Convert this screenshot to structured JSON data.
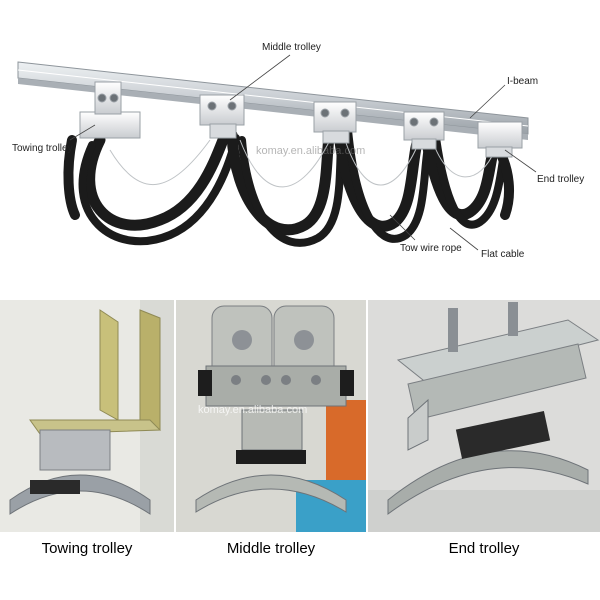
{
  "diagram": {
    "labels": {
      "middle_trolley": "Middle trolley",
      "i_beam": "I-beam",
      "towing_trolley": "Towing trolley",
      "end_trolley": "End trolley",
      "tow_wire_rope": "Tow wire rope",
      "flat_cable": "Flat cable"
    },
    "watermark": "komay.en.alibaba.com"
  },
  "photos": [
    {
      "caption": "Towing trolley"
    },
    {
      "caption": "Middle trolley",
      "watermark": "komay.en.alibaba.com"
    },
    {
      "caption": "End trolley"
    }
  ],
  "colors": {
    "rail": "#c9ced3",
    "cable": "#1b1b1b",
    "trolley": "#e6e8ea",
    "zinc": "#c3c6b4"
  }
}
